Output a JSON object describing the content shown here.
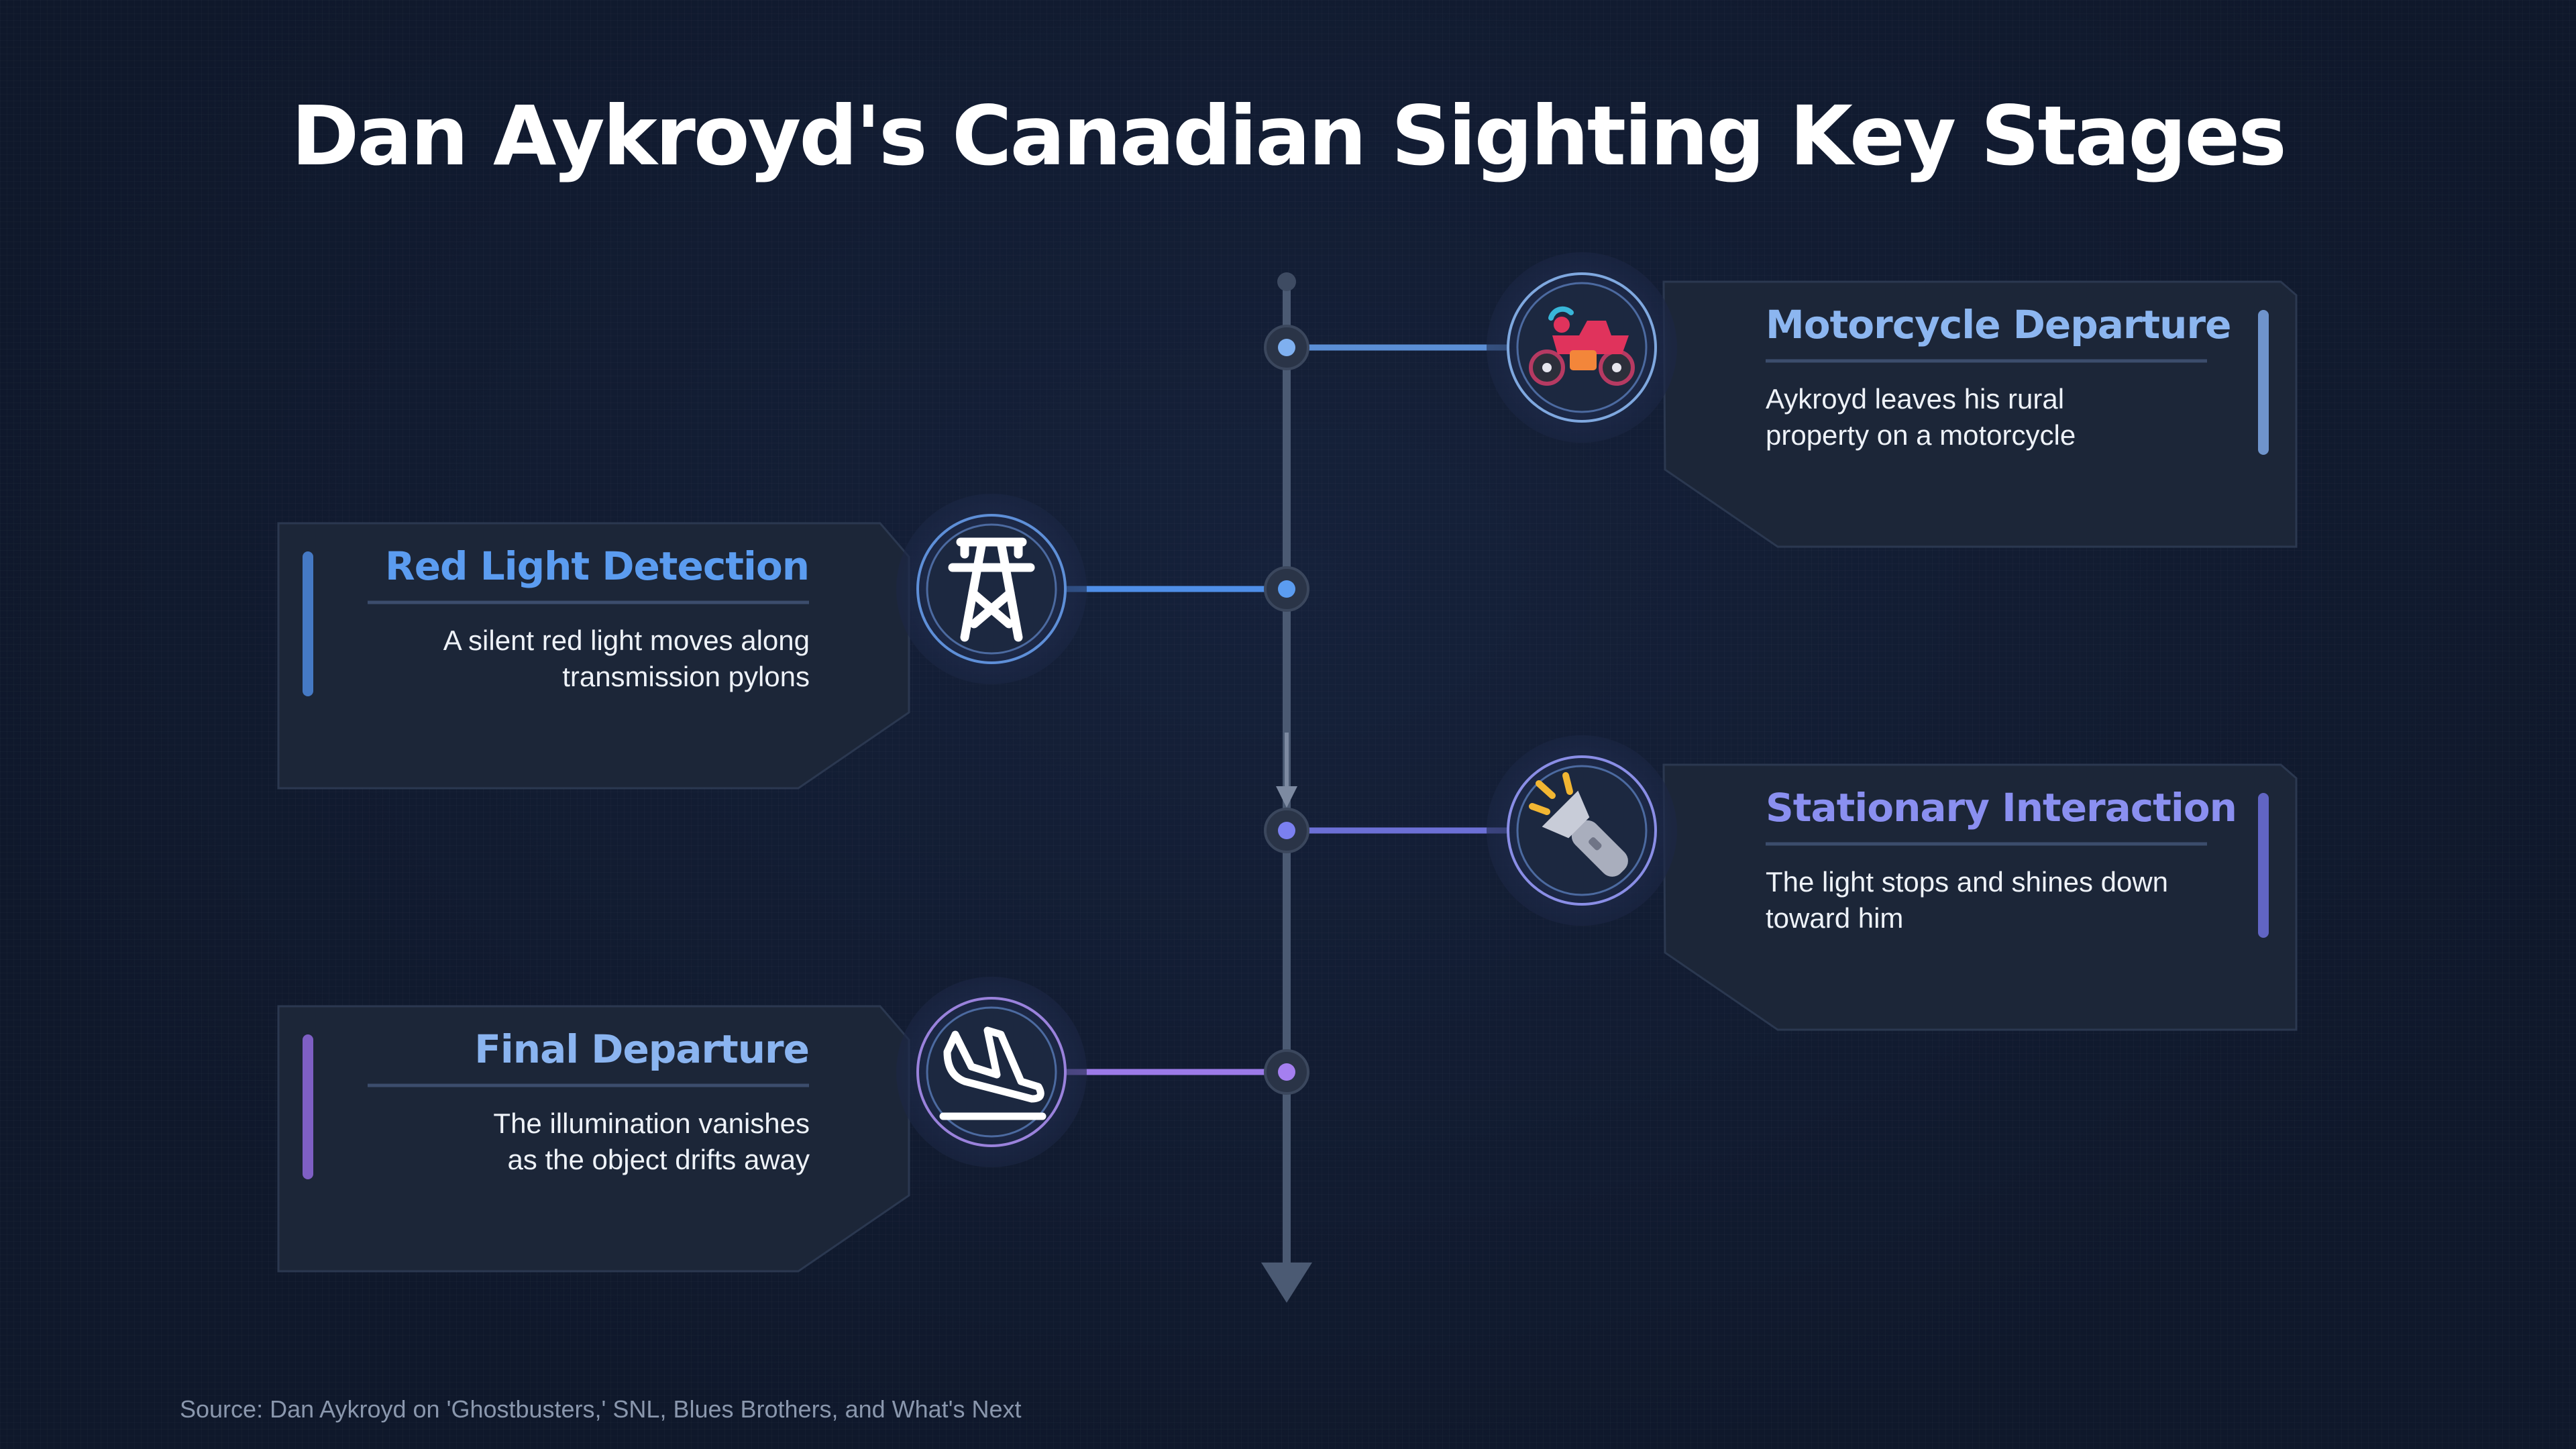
{
  "title": "Dan Aykroyd's Canadian Sighting Key Stages",
  "source": "Source: Dan Aykroyd on 'Ghostbusters,' SNL, Blues Brothers, and What's Next",
  "stages": [
    {
      "title": "Motorcycle Departure",
      "description": [
        "Aykroyd leaves his rural",
        "property on a motorcycle"
      ],
      "icon": "motorcycle-icon",
      "side": "right",
      "color": "#79a7e8"
    },
    {
      "title": "Red Light Detection",
      "description": [
        "A silent red light moves along",
        "transmission pylons"
      ],
      "icon": "transmission-tower-icon",
      "side": "left",
      "color": "#4f8fe8"
    },
    {
      "title": "Stationary Interaction",
      "description": [
        "The light stops and shines down",
        "toward him"
      ],
      "icon": "flashlight-icon",
      "side": "right",
      "color": "#7b7fe8"
    },
    {
      "title": "Final Departure",
      "description": [
        "The illumination vanishes",
        "as the object drifts away"
      ],
      "icon": "airplane-landing-icon",
      "side": "left",
      "color": "#9b7ae8"
    }
  ]
}
